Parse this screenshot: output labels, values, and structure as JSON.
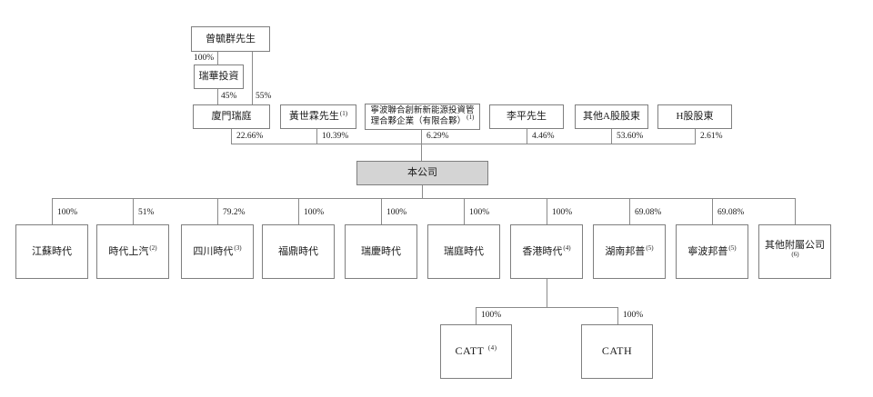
{
  "diagram": {
    "top_chain": {
      "founder": {
        "label": "曾毓群先生"
      },
      "pct_founder_to_ruihua": "100%",
      "ruihua": {
        "label": "瑞華投資"
      },
      "pct_ruihua_to_xiamen": "45%",
      "pct_founder_to_xiamen": "55%"
    },
    "shareholders": [
      {
        "label": "廈門瑞庭",
        "note": "",
        "pct": "22.66%"
      },
      {
        "label": "黃世霖先生",
        "note": "(1)",
        "pct": "10.39%"
      },
      {
        "label": "寧波聯合創新新能源投資管理合夥企業（有限合夥）",
        "note": "(1)",
        "pct": "6.29%"
      },
      {
        "label": "李平先生",
        "note": "",
        "pct": "4.46%"
      },
      {
        "label": "其他A股股東",
        "note": "",
        "pct": "53.60%"
      },
      {
        "label": "H股股東",
        "note": "",
        "pct": "2.61%"
      }
    ],
    "company": {
      "label": "本公司"
    },
    "subsidiaries": [
      {
        "label": "江蘇時代",
        "note": "",
        "pct": "100%"
      },
      {
        "label": "時代上汽",
        "note": "(2)",
        "pct": "51%"
      },
      {
        "label": "四川時代",
        "note": "(3)",
        "pct": "79.2%"
      },
      {
        "label": "福鼎時代",
        "note": "",
        "pct": "100%"
      },
      {
        "label": "瑞慶時代",
        "note": "",
        "pct": "100%"
      },
      {
        "label": "瑞庭時代",
        "note": "",
        "pct": "100%"
      },
      {
        "label": "香港時代",
        "note": "(4)",
        "pct": "100%"
      },
      {
        "label": "湖南邦普",
        "note": "(5)",
        "pct": "69.08%"
      },
      {
        "label": "寧波邦普",
        "note": "(5)",
        "pct": "69.08%"
      },
      {
        "label": "其他附屬公司",
        "note": "(6)",
        "pct": ""
      }
    ],
    "hk_subsidiaries": [
      {
        "label": "CATT",
        "note": "(4)",
        "pct": "100%"
      },
      {
        "label": "CATH",
        "note": "",
        "pct": "100%"
      }
    ],
    "colors": {
      "company_fill": "#d4d4d4",
      "line": "#8a8a8a",
      "border": "#7f7f7f"
    }
  }
}
